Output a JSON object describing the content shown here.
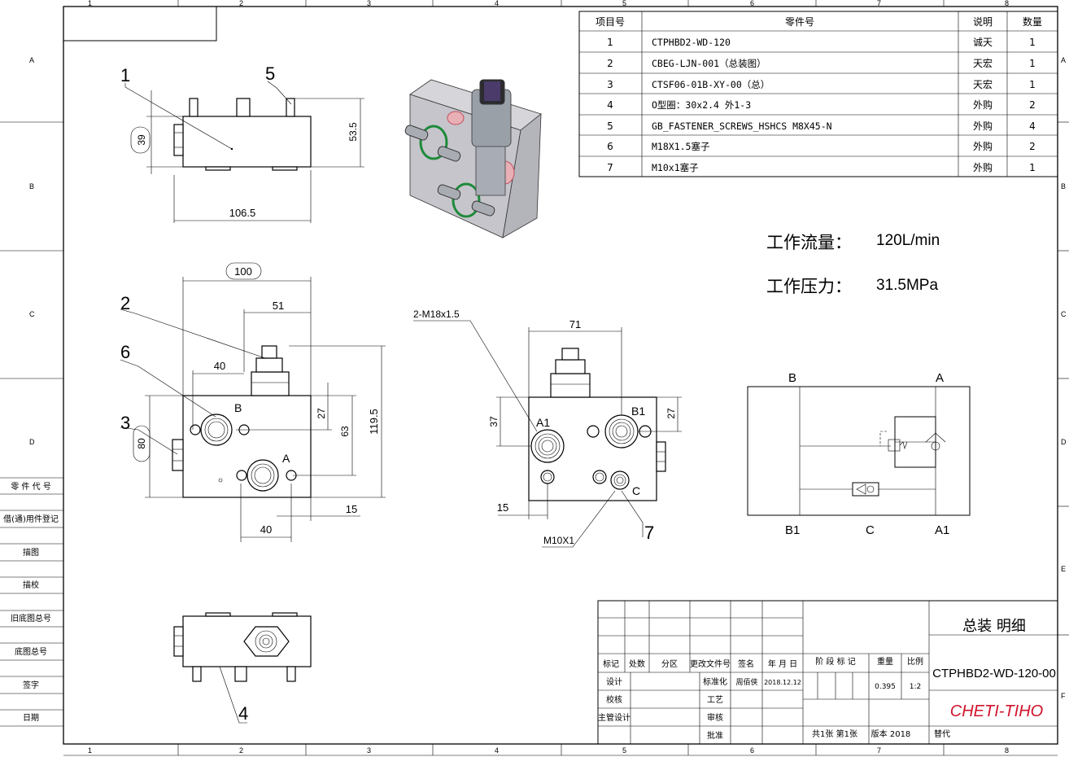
{
  "frame": {
    "col_labels": [
      "1",
      "2",
      "3",
      "4",
      "5",
      "6",
      "7",
      "8"
    ],
    "row_labels": [
      "A",
      "B",
      "C",
      "D",
      "E",
      "F"
    ],
    "side_labels": [
      "零 件 代 号",
      "借(通)用件登记",
      "描图",
      "描校",
      "旧底图总号",
      "底图总号",
      "签字",
      "日期"
    ]
  },
  "bom": {
    "headers": [
      "项目号",
      "零件号",
      "说明",
      "数量"
    ],
    "rows": [
      {
        "no": "1",
        "part": "CTPHBD2-WD-120",
        "desc": "诚天",
        "qty": "1"
      },
      {
        "no": "2",
        "part": "CBEG-LJN-001（总装图）",
        "desc": "天宏",
        "qty": "1"
      },
      {
        "no": "3",
        "part": "CTSF06-01B-XY-00（总）",
        "desc": "天宏",
        "qty": "1"
      },
      {
        "no": "4",
        "part": "O型圈：30x2.4 外1-3",
        "desc": "外购",
        "qty": "2"
      },
      {
        "no": "5",
        "part": "GB_FASTENER_SCREWS_HSHCS M8X45-N",
        "desc": "外购",
        "qty": "4"
      },
      {
        "no": "6",
        "part": "M18X1.5塞子",
        "desc": "外购",
        "qty": "2"
      },
      {
        "no": "7",
        "part": "M10x1塞子",
        "desc": "外购",
        "qty": "1"
      }
    ]
  },
  "specs": {
    "flow_label": "工作流量：",
    "flow_value": "120L/min",
    "pressure_label": "工作压力：",
    "pressure_value": "31.5MPa"
  },
  "views": {
    "top": {
      "balloon1": "1",
      "balloon5": "5",
      "dim_height": "39",
      "dim_width": "106.5",
      "dim_side": "53.5"
    },
    "front": {
      "balloon2": "2",
      "balloon6": "6",
      "balloon3": "3",
      "dim_100": "100",
      "dim_51": "51",
      "dim_40a": "40",
      "dim_27": "27",
      "dim_63": "63",
      "dim_1195": "119.5",
      "dim_80": "80",
      "dim_15": "15",
      "dim_40b": "40",
      "port_b": "B",
      "port_a": "A"
    },
    "right": {
      "thread_note": "2-M18x1.5",
      "dim_71": "71",
      "dim_37": "37",
      "dim_27": "27",
      "dim_15": "15",
      "port_a1": "A1",
      "port_b1": "B1",
      "port_c": "C",
      "m10_note": "M10X1",
      "balloon7": "7"
    },
    "bottom": {
      "balloon4": "4"
    }
  },
  "schematic": {
    "b": "B",
    "a": "A",
    "b1": "B1",
    "c": "C",
    "a1": "A1"
  },
  "title_block": {
    "title": "总装  明细",
    "drawing_no": "CTPHBD2-WD-120-00",
    "company": "CHETI-TIHO",
    "hdr_mark": "标记",
    "hdr_count": "处数",
    "hdr_zone": "分区",
    "hdr_change": "更改文件号",
    "hdr_sign": "签名",
    "hdr_date": "年 月 日",
    "hdr_stage": "阶 段 标 记",
    "hdr_weight": "重量",
    "hdr_scale": "比例",
    "design": "设计",
    "std": "标准化",
    "std_name": "周佰侠",
    "std_date": "2018.12.12",
    "check": "校核",
    "process": "工艺",
    "chief": "主管设计",
    "review": "审核",
    "approve": "批准",
    "weight": "0.395",
    "scale": "1:2",
    "sheets": "共1张  第1张",
    "version": "版本 2018",
    "replace": "替代"
  }
}
